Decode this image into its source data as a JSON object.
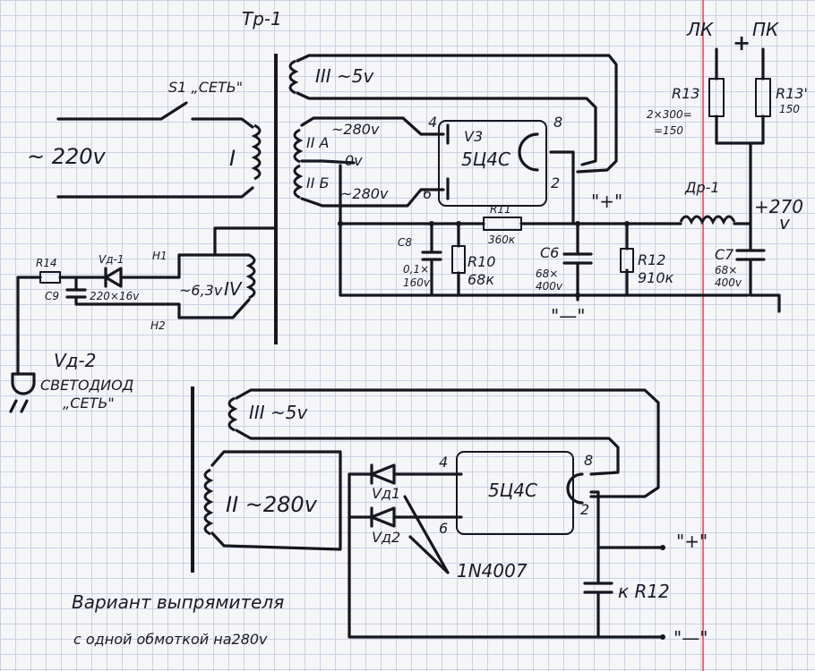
{
  "colors": {
    "ink": "#16161e",
    "grid": "#c9d2e3",
    "margin_line": "#e43c4c",
    "paper": "#f6f6f9"
  },
  "labels": {
    "tr1": "Тр-1",
    "s1": "S1 „СЕТЬ\"",
    "mains": "~ 220v",
    "w1": "I",
    "w3_top": "III ~5v",
    "w2a": "II A",
    "w2b": "II Б",
    "v280a": "~280v",
    "v0": "0v",
    "v280b": "~280v",
    "w4": "IV",
    "v63": "~6,3v",
    "h1": "H1",
    "h2": "H2",
    "r14": "R14",
    "vd1": "Vд-1",
    "c9": "C9",
    "c9val": "220×16v",
    "vd2": "Vд-2",
    "led1": "СВЕТОДИОД",
    "led2": "„СЕТЬ\"",
    "v3": "V3",
    "tube": "5Ц4С",
    "p4": "4",
    "p6": "6",
    "p8": "8",
    "p2": "2",
    "plus": "\"+\"",
    "minus": "\"—\"",
    "r11": "R11",
    "r11v": "360к",
    "c8": "C8",
    "c8v": "0,1×",
    "c8v2": "160v",
    "r10": "R10",
    "r10v": "68к",
    "c6": "C6",
    "c6v": "68×",
    "c6v2": "400v",
    "r12": "R12",
    "r12v": "910к",
    "dr1": "Др-1",
    "v270": "+270",
    "v270u": "v",
    "c7": "C7",
    "c7v": "68×",
    "c7v2": "400v",
    "lk": "ЛК",
    "pk": "ПК",
    "r13": "R13",
    "r13v": "2×300=",
    "r13v2": "=150",
    "r13b": "R13'",
    "r13bv": "150",
    "w3_bottom": "III ~5v",
    "w2_bottom": "II ~280v",
    "vd_1": "Vд1",
    "vd_2": "Vд2",
    "tube2": "5Ц4С",
    "diode": "1N4007",
    "kr12": "к R12",
    "cap1": "Вариант выпрямителя",
    "cap2": "с одной обмоткой на280v"
  }
}
